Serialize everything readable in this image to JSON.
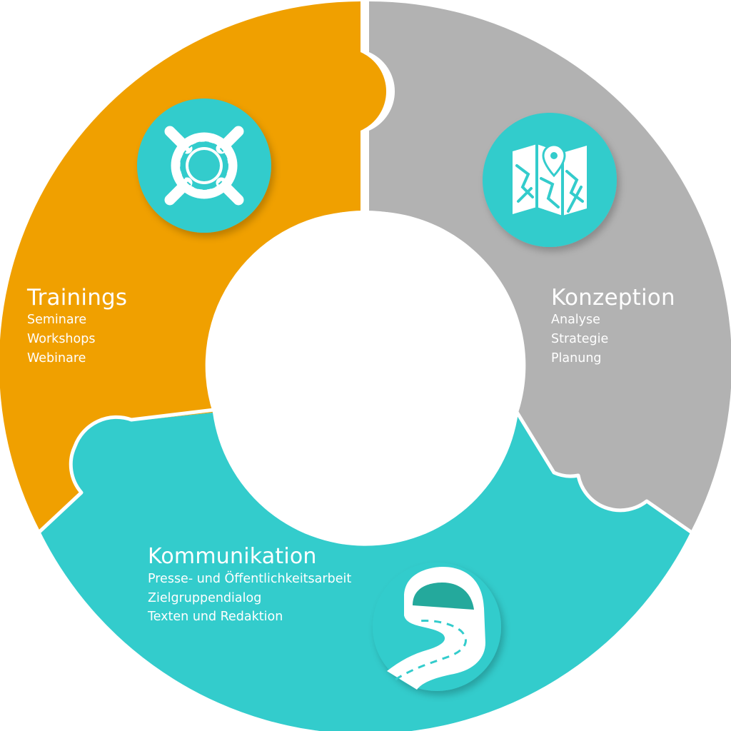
{
  "segments": {
    "trainings": {
      "title": "Trainings",
      "items": [
        "Seminare",
        "Workshops",
        "Webinare"
      ],
      "color": "#F0A000",
      "icon": "roundabout-icon"
    },
    "konzeption": {
      "title": "Konzeption",
      "items": [
        "Analyse",
        "Strategie",
        "Planung"
      ],
      "color": "#B2B2B2",
      "icon": "map-pin-icon"
    },
    "kommunikation": {
      "title": "Kommunikation",
      "items": [
        "Presse- und Öffentlichkeitsarbeit",
        "Zielgruppendialog",
        "Texten und Redaktion"
      ],
      "color": "#33CCCC",
      "icon": "road-tunnel-icon"
    }
  },
  "colors": {
    "icon_badge": "#33CCCC",
    "icon_badge_dark": "#24A99C",
    "center": "#FFFFFF"
  }
}
